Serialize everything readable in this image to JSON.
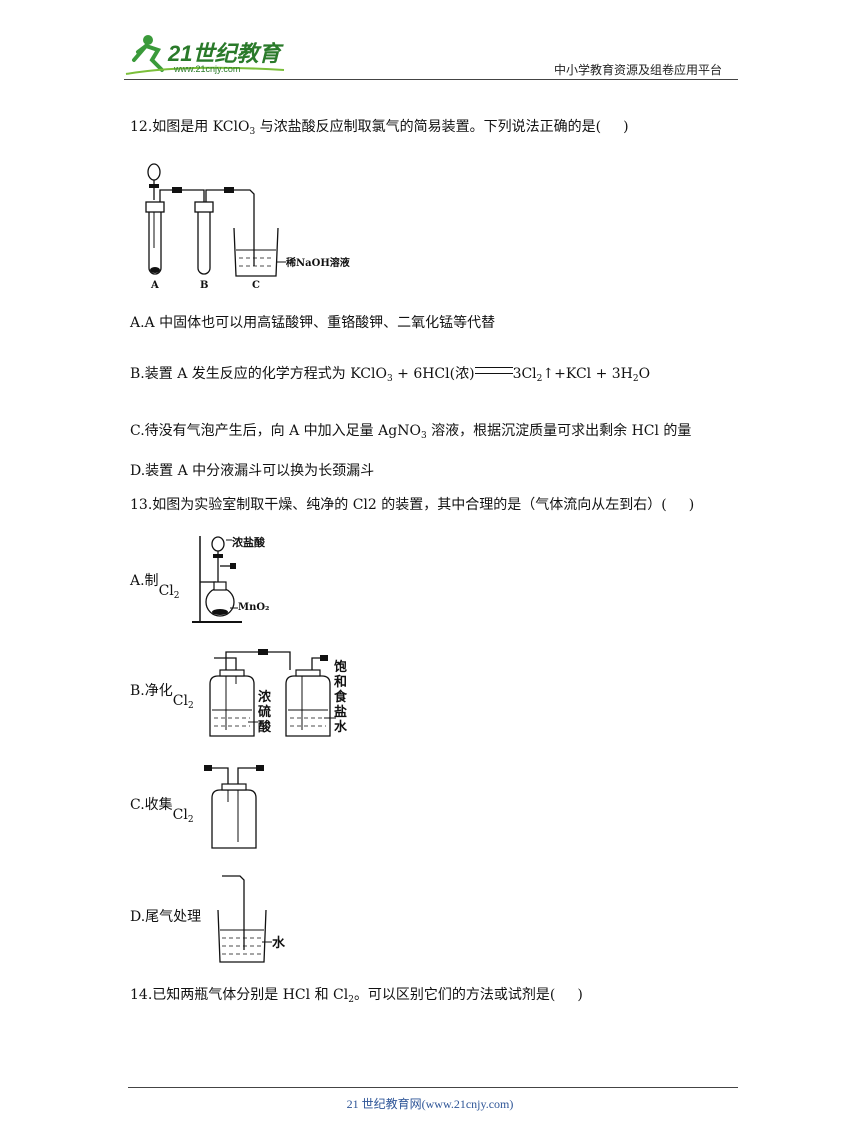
{
  "header": {
    "logo_text": "21世纪教育",
    "logo_url": "www.21cnjy.com",
    "right_text": "中小学教育资源及组卷应用平台"
  },
  "q12": {
    "stem_a": "12.如图是用 KClO",
    "stem_sub": "3",
    "stem_b": " 与浓盐酸反应制取氯气的简易装置。下列说法正确的是(",
    "stem_c": ")",
    "fig_label_A": "A",
    "fig_label_B": "B",
    "fig_label_C": "C",
    "fig_solution": "稀NaOH溶液",
    "optA": "A.A 中固体也可以用高锰酸钾、重铬酸钾、二氧化锰等代替",
    "optB_a": "B.装置 A 发生反应的化学方程式为 KClO",
    "optB_s1": "3",
    "optB_b": " + 6HCl(浓)",
    "optB_c": "3Cl",
    "optB_s2": "2",
    "optB_d": "↑+KCl + 3H",
    "optB_s3": "2",
    "optB_e": "O",
    "optC_a": "C.待没有气泡产生后，向 A 中加入足量 AgNO",
    "optC_sub": "3",
    "optC_b": " 溶液，根据沉淀质量可求出剩余 HCl 的量",
    "optD": "D.装置 A 中分液漏斗可以换为长颈漏斗"
  },
  "q13": {
    "stem_a": "13.如图为实验室制取干燥、纯净的 Cl2 的装置，其中合理的是（气体流向从左到右）(",
    "stem_c": ")",
    "optA_label": "A.制",
    "optB_label": "B.净化",
    "optC_label": "C.收集",
    "optD_label": "D.尾气处理",
    "cl": "Cl",
    "cl_sub": "2",
    "figA_acid": "浓盐酸",
    "figA_mno2": "MnO₂",
    "figB_left": [
      "浓",
      "硫",
      "酸"
    ],
    "figB_right": [
      "饱",
      "和",
      "食",
      "盐",
      "水"
    ],
    "figD_water": "水"
  },
  "q14": {
    "stem_a": "14.已知两瓶气体分别是 HCl 和 Cl",
    "stem_sub": "2",
    "stem_b": "。可以区别它们的方法或试剂是(",
    "stem_c": ")"
  },
  "footer": {
    "text": "21 世纪教育网(www.21cnjy.com)"
  }
}
